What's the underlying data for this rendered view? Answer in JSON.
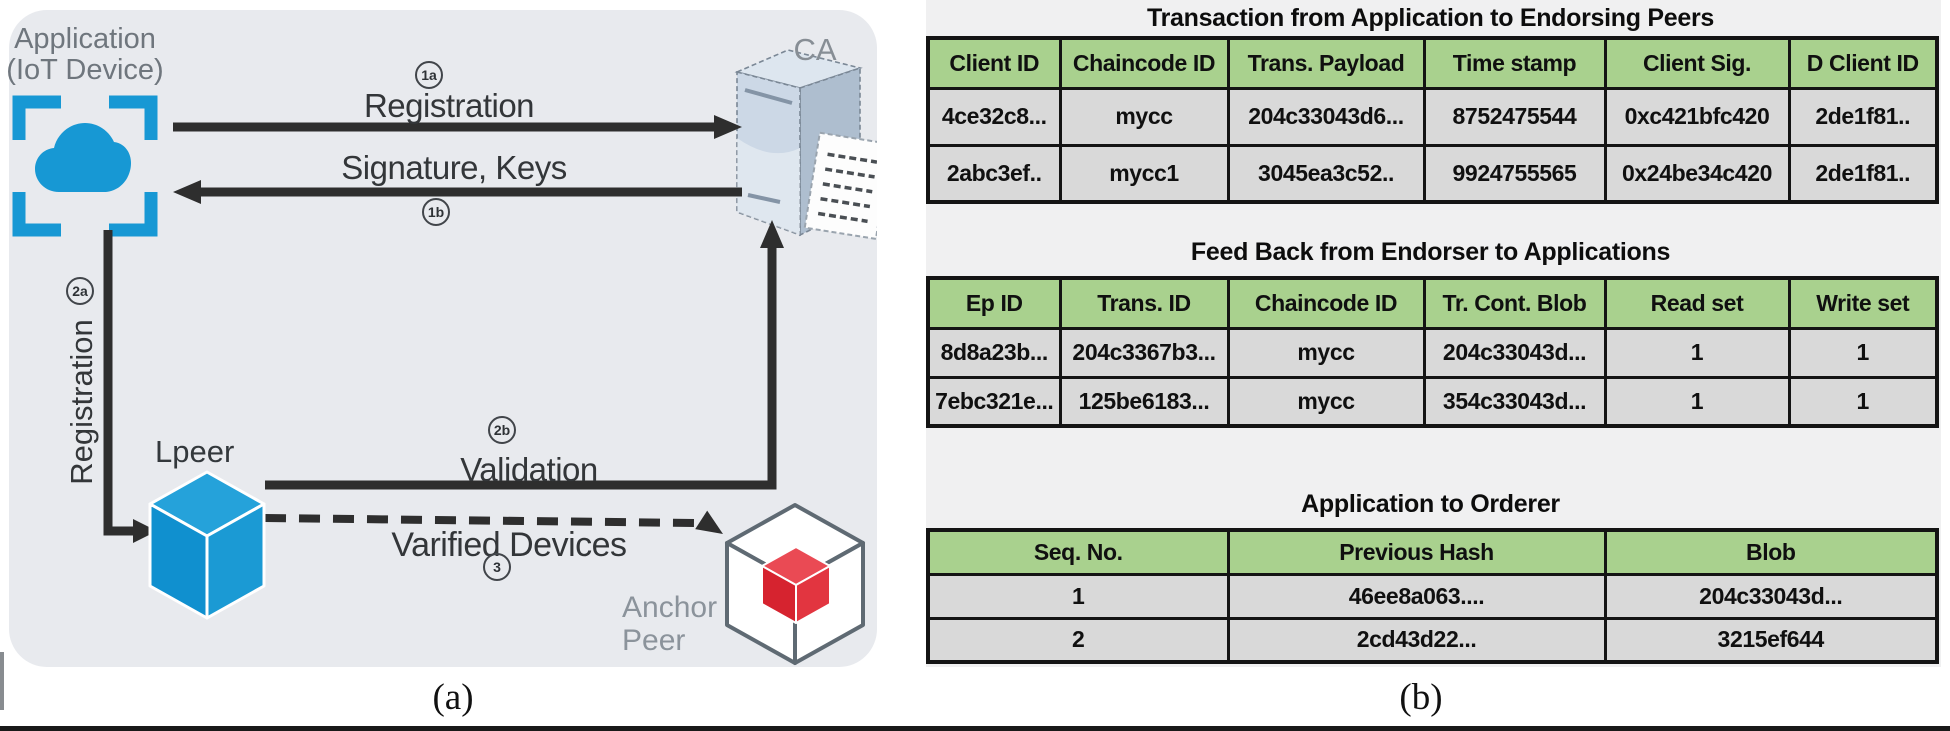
{
  "figure": {
    "caption_a": "(a)",
    "caption_b": "(b)"
  },
  "diagram": {
    "nodes": {
      "application": {
        "line1": "Application",
        "line2": "(IoT Device)"
      },
      "ca": {
        "label": "CA"
      },
      "lpeer": {
        "label": "Lpeer"
      },
      "anchor": {
        "line1": "Anchor",
        "line2": "Peer"
      }
    },
    "edges": {
      "reg1": {
        "label": "Registration",
        "step": "1a"
      },
      "sig": {
        "label": "Signature, Keys",
        "step": "1b"
      },
      "reg2": {
        "label": "Registration",
        "step": "2a"
      },
      "validation": {
        "label": "Validation",
        "step": "2b"
      },
      "varified": {
        "label": "Varified Devices",
        "step": "3"
      }
    },
    "colors": {
      "node_blue": "#1798d4",
      "anchor_red": "#e23540",
      "line_dark": "#2e2e2e",
      "panel_bg": "#e8eaee"
    }
  },
  "tables": [
    {
      "title": "Transaction from Application to Endorsing Peers",
      "headers": [
        "Client ID",
        "Chaincode ID",
        "Trans. Payload",
        "Time stamp",
        "Client Sig.",
        "D Client ID"
      ],
      "rows": [
        [
          "4ce32c8...",
          "mycc",
          "204c33043d6...",
          "8752475544",
          "0xc421bfc420",
          "2de1f81.."
        ],
        [
          "2abc3ef..",
          "mycc1",
          "3045ea3c52..",
          "9924755565",
          "0x24be34c420",
          "2de1f81.."
        ]
      ]
    },
    {
      "title": "Feed Back from Endorser to Applications",
      "headers": [
        "Ep ID",
        "Trans. ID",
        "Chaincode ID",
        "Tr. Cont. Blob",
        "Read set",
        "Write set"
      ],
      "rows": [
        [
          "8d8a23b...",
          "204c3367b3...",
          "mycc",
          "204c33043d...",
          "1",
          "1"
        ],
        [
          "7ebc321e...",
          "125be6183...",
          "mycc",
          "354c33043d...",
          "1",
          "1"
        ]
      ]
    },
    {
      "title": "Application to Orderer",
      "headers": [
        "Seq. No.",
        "Previous Hash",
        "Blob"
      ],
      "rows": [
        [
          "1",
          "46ee8a063....",
          "204c33043d..."
        ],
        [
          "2",
          "2cd43d22...",
          "3215ef644"
        ]
      ]
    }
  ],
  "table_colors": {
    "header_green": "#a9d18e",
    "row_gray": "#d9d9d9",
    "border": "#141414"
  }
}
